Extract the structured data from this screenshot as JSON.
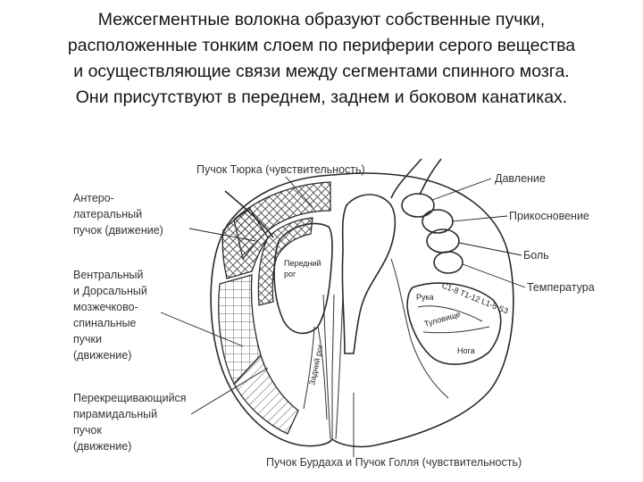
{
  "heading_lines": [
    "Межсегментные волокна образуют собственные пучки,",
    "расположенные тонким слоем по периферии серого вещества",
    "и осуществляющие связи между сегментами спинного мозга.",
    "Они присутствуют в переднем, заднем и боковом канатиках."
  ],
  "labels": {
    "turk": "Пучок Тюрка (чувствительность)",
    "anterolateral": [
      "Антеро-",
      "латеральный",
      "пучок (движение)"
    ],
    "spinocerebellar": [
      "Вентральный",
      "и Дорсальный",
      "мозжечково-",
      "спинальные",
      "пучки",
      "(движение)"
    ],
    "pyramidal": [
      "Перекрещивающийся",
      "пирамидальный",
      "пучок",
      "(движение)"
    ],
    "burdach_goll": "Пучок Бурдаха и Пучок Голля (чувствительность)",
    "pressure": "Давление",
    "touch": "Прикосновение",
    "pain": "Боль",
    "temperature": "Температура",
    "anterior_horn": [
      "Передний",
      "рог"
    ],
    "posterior_horn": "Задний рог",
    "arm": "Рука",
    "segments": "C1-8 T1-12 L1-5 S3",
    "trunk": "Туловище",
    "leg": "Нога"
  }
}
